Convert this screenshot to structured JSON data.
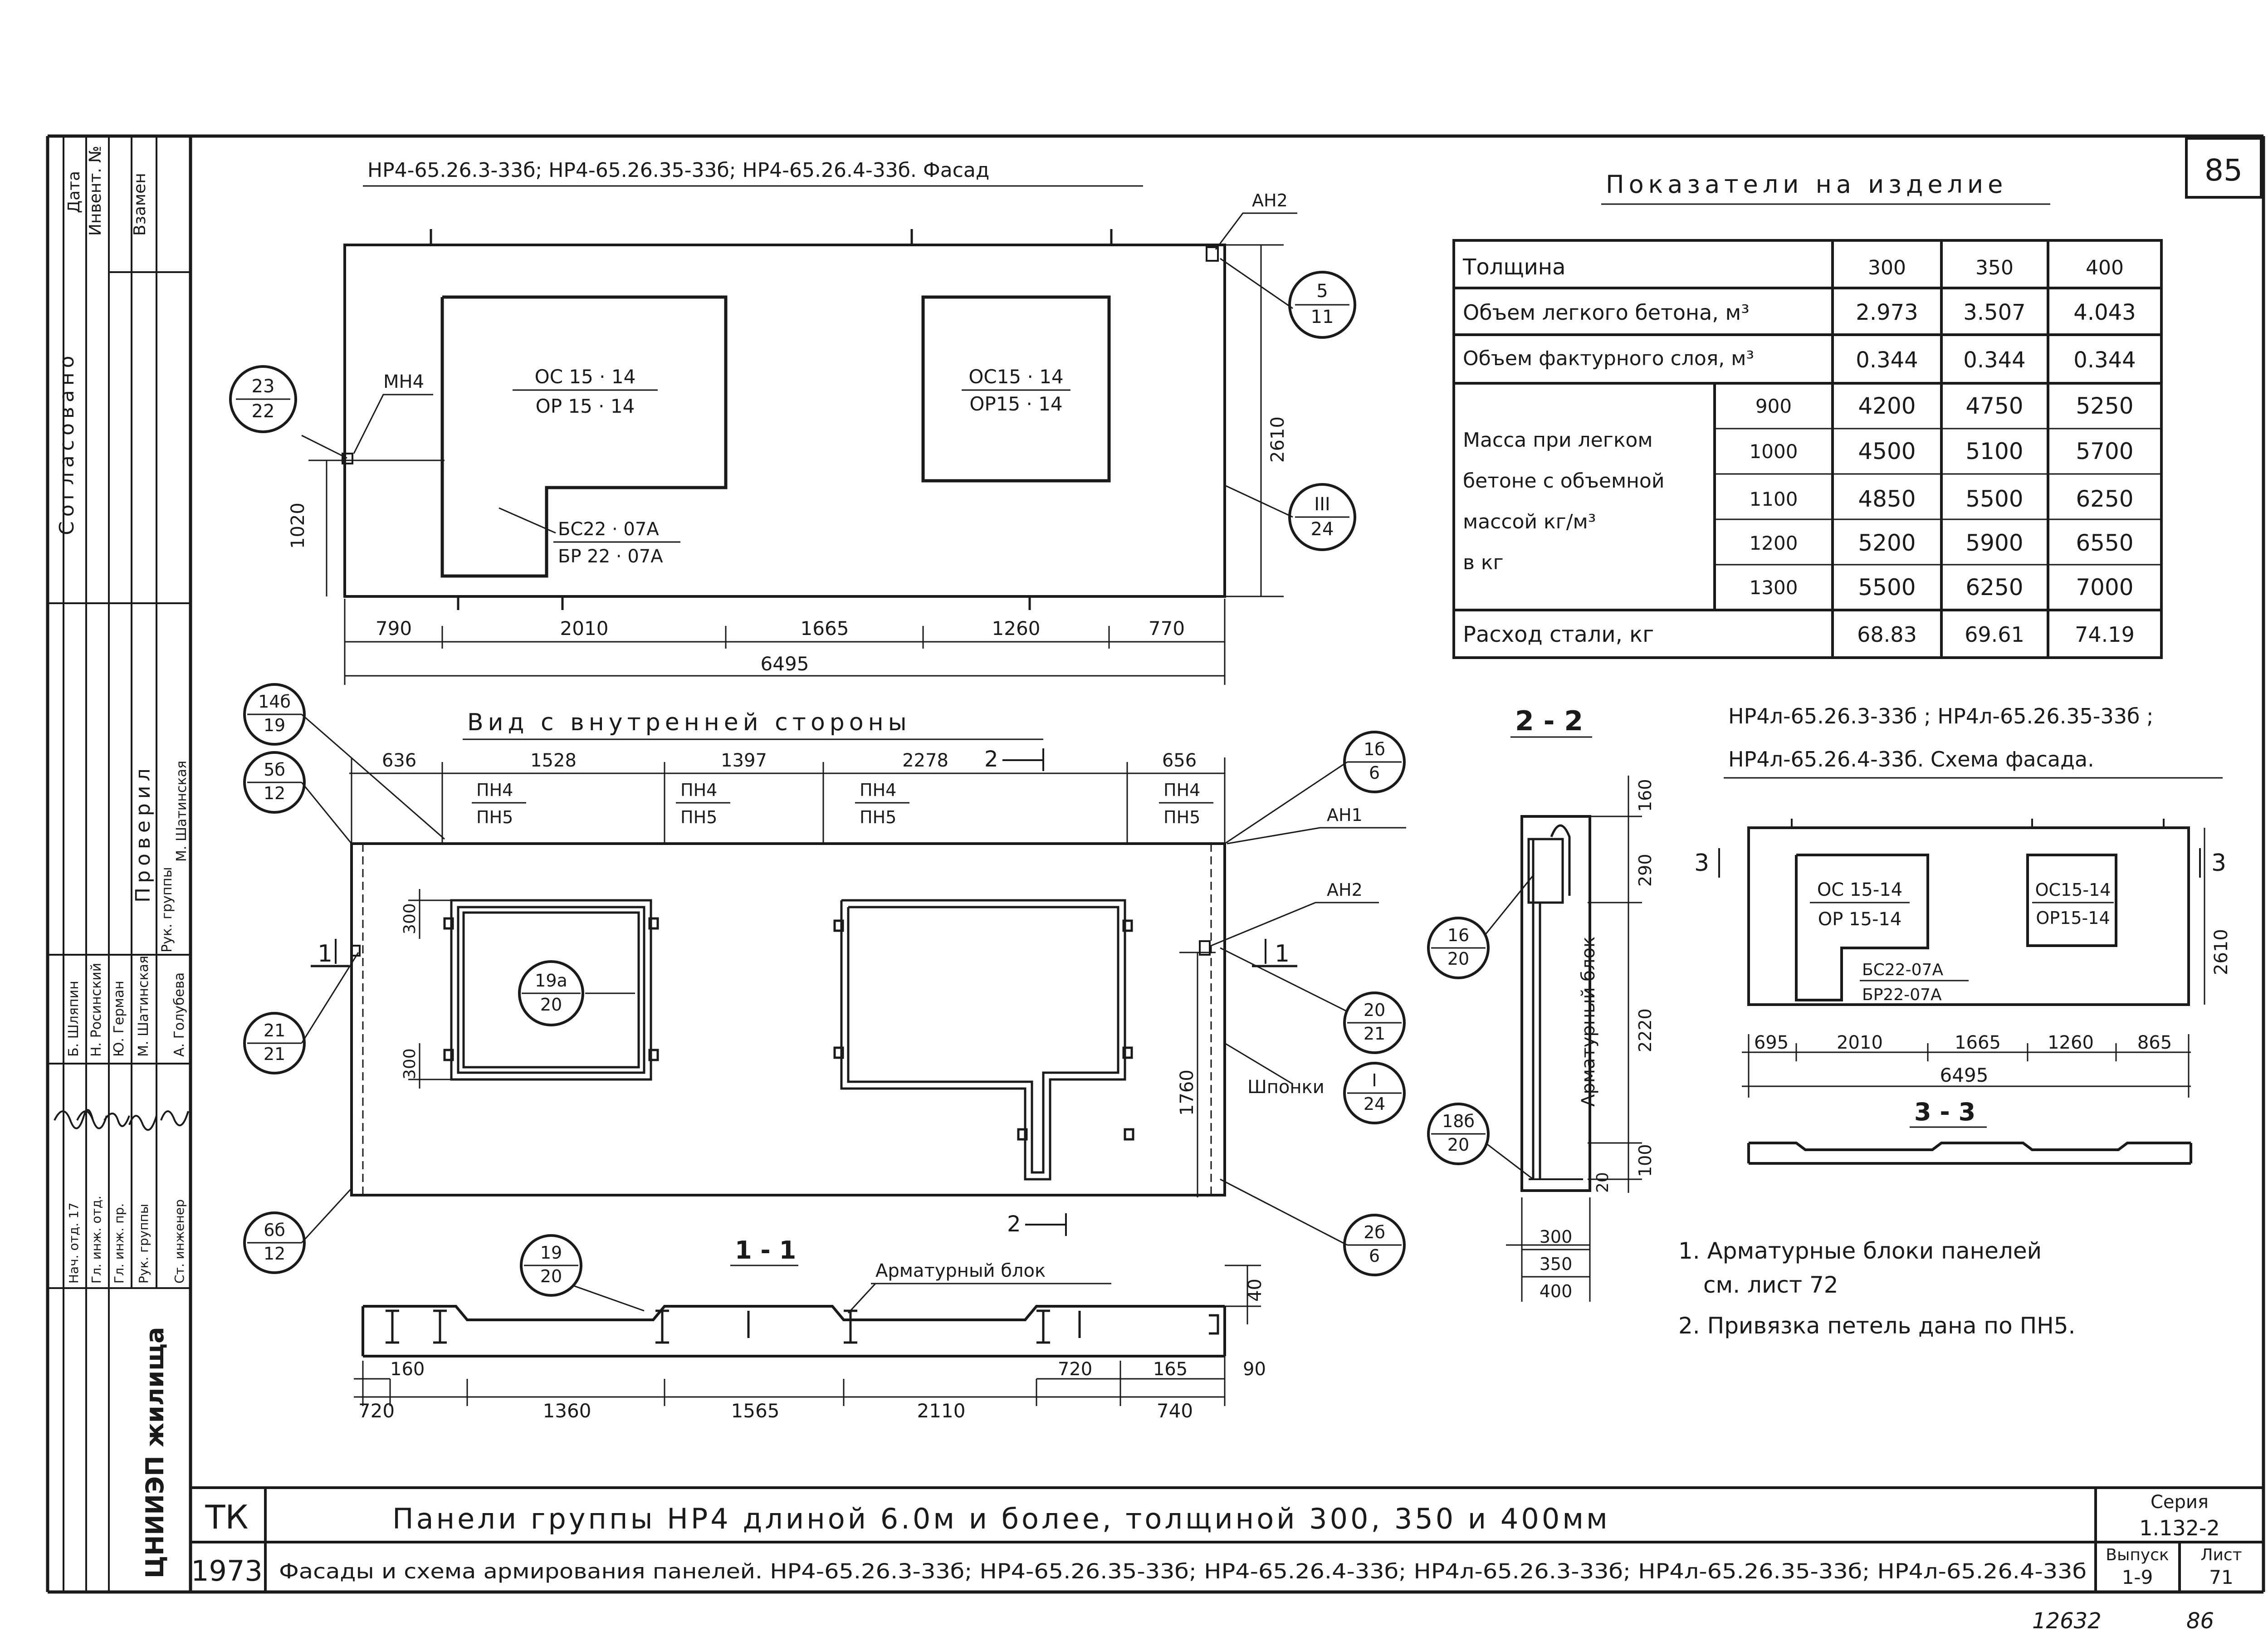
{
  "sheet": {
    "page_number": "85",
    "footer_code": "12632",
    "footer_sheet": "86"
  },
  "facade": {
    "title": "НР4-65.26.3-33б; НР4-65.26.35-33б; НР4-65.26.4-33б. Фасад",
    "opening_left_top": "ОС 15 · 14",
    "opening_left_bottom": "ОР 15 · 14",
    "opening_right_top": "ОС15 · 14",
    "opening_right_bottom": "ОР15 · 14",
    "door_top": "БС22 · 07А",
    "door_bottom": "БР 22 · 07А",
    "mn_label": "МН4",
    "an2_label": "АН2",
    "dim_1020": "1020",
    "dim_2610": "2610",
    "dims": [
      "790",
      "2010",
      "1665",
      "1260",
      "770"
    ],
    "total": "6495",
    "callouts": [
      {
        "top": "23",
        "bottom": "22"
      },
      {
        "top": "5",
        "bottom": "11"
      },
      {
        "top": "III",
        "bottom": "24"
      }
    ]
  },
  "indicators": {
    "title": "Показатели на изделие",
    "thickness_label": "Толщина",
    "thickness": [
      "300",
      "350",
      "400"
    ],
    "volume_light_label": "Объем легкого бетона, м³",
    "volume_light": [
      "2.973",
      "3.507",
      "4.043"
    ],
    "volume_facing_label": "Объем фактурного слоя, м³",
    "volume_facing": [
      "0.344",
      "0.344",
      "0.344"
    ],
    "mass_label": [
      "Масса при легком",
      "бетоне с объемной",
      "массой кг/м³",
      "в кг"
    ],
    "mass_rows": [
      {
        "density": "900",
        "values": [
          "4200",
          "4750",
          "5250"
        ]
      },
      {
        "density": "1000",
        "values": [
          "4500",
          "5100",
          "5700"
        ]
      },
      {
        "density": "1100",
        "values": [
          "4850",
          "5500",
          "6250"
        ]
      },
      {
        "density": "1200",
        "values": [
          "5200",
          "5900",
          "6550"
        ]
      },
      {
        "density": "1300",
        "values": [
          "5500",
          "6250",
          "7000"
        ]
      }
    ],
    "steel_label": "Расход стали, кг",
    "steel": [
      "68.83",
      "69.61",
      "74.19"
    ]
  },
  "inner_view": {
    "title": "Вид с внутренней стороны",
    "top_dims": [
      "636",
      "1528",
      "1397",
      "2278",
      "656"
    ],
    "loop_top": "ПН4",
    "loop_bottom": "ПН5",
    "section_mark": "2",
    "section_1": "1",
    "an1_label": "АН1",
    "an2_label": "АН2",
    "shponki_label": "Шпонки",
    "dim_300a": "300",
    "dim_300b": "300",
    "dim_1760": "1760",
    "callouts": [
      {
        "top": "14б",
        "bottom": "19"
      },
      {
        "top": "5б",
        "bottom": "12"
      },
      {
        "top": "1б",
        "bottom": "6"
      },
      {
        "top": "19а",
        "bottom": "20"
      },
      {
        "top": "21",
        "bottom": "21"
      },
      {
        "top": "20",
        "bottom": "21"
      },
      {
        "top": "I",
        "bottom": "24"
      },
      {
        "top": "6б",
        "bottom": "12"
      },
      {
        "top": "2б",
        "bottom": "6"
      }
    ]
  },
  "section_11": {
    "title": "1 - 1",
    "block_label": "Арматурный блок",
    "callout": {
      "top": "19",
      "bottom": "20"
    },
    "dim_40": "40",
    "dim_160": "160",
    "dim_720a": "720",
    "dim_165": "165",
    "dim_90": "90",
    "dims": [
      "720",
      "1360",
      "1565",
      "2110",
      "740"
    ]
  },
  "section_22": {
    "title": "2 - 2",
    "block_label": "Арматурный блок",
    "dims": [
      "160",
      "290",
      "2220",
      "100",
      "20"
    ],
    "thick_list": [
      "300",
      "350",
      "400"
    ],
    "callouts": [
      {
        "top": "16",
        "bottom": "20"
      },
      {
        "top": "18б",
        "bottom": "20"
      }
    ]
  },
  "scheme": {
    "title_line1": "НР4л-65.26.3-33б ; НР4л-65.26.35-33б ;",
    "title_line2": "НР4л-65.26.4-33б. Схема фасада.",
    "opening_left_top": "ОС 15-14",
    "opening_left_bottom": "ОР 15-14",
    "opening_right_top": "ОС15-14",
    "opening_right_bottom": "ОР15-14",
    "door_top": "БС22-07А",
    "door_bottom": "БР22-07А",
    "mark_3": "3",
    "dim_2610": "2610",
    "dims": [
      "695",
      "2010",
      "1665",
      "1260",
      "865"
    ],
    "total": "6495",
    "section_33": "3 - 3"
  },
  "notes": [
    "1. Арматурные блоки панелей",
    "см. лист 72",
    "2. Привязка петель дана по ПН5."
  ],
  "stamp": {
    "org": "ЦНИИЭП жилища",
    "tk": "ТК",
    "year": "1973",
    "title_main": "Панели группы НР4 длиной 6.0м и более, толщиной 300, 350 и 400мм",
    "title_sub": "Фасады и схема армирования панелей. НР4-65.26.3-33б; НР4-65.26.35-33б; НР4-65.26.4-33б; НР4л-65.26.3-33б; НР4л-65.26.35-33б; НР4л-65.26.4-33б",
    "series_label": "Серия",
    "series": "1.132-2",
    "issue_label": "Выпуск",
    "issue": "1-9",
    "sheet_label": "Лист",
    "sheet": "71"
  },
  "side_table": {
    "header_cells": [
      "Дата",
      "Инвент. №",
      "Взамен"
    ],
    "approved": "Согласовано",
    "checked": "Проверил",
    "roles": [
      "Нач. отд. 17",
      "Гл. инж. отд.",
      "Гл. инж. пр.",
      "Рук. группы",
      "Ст. инженер"
    ],
    "names": [
      "Б. Шляпин",
      "Н. Росинский",
      "Ю. Герман",
      "М. Шатинская",
      "А. Голубева"
    ],
    "checked_role": "Рук. группы",
    "checked_name": "М. Шатинская"
  }
}
